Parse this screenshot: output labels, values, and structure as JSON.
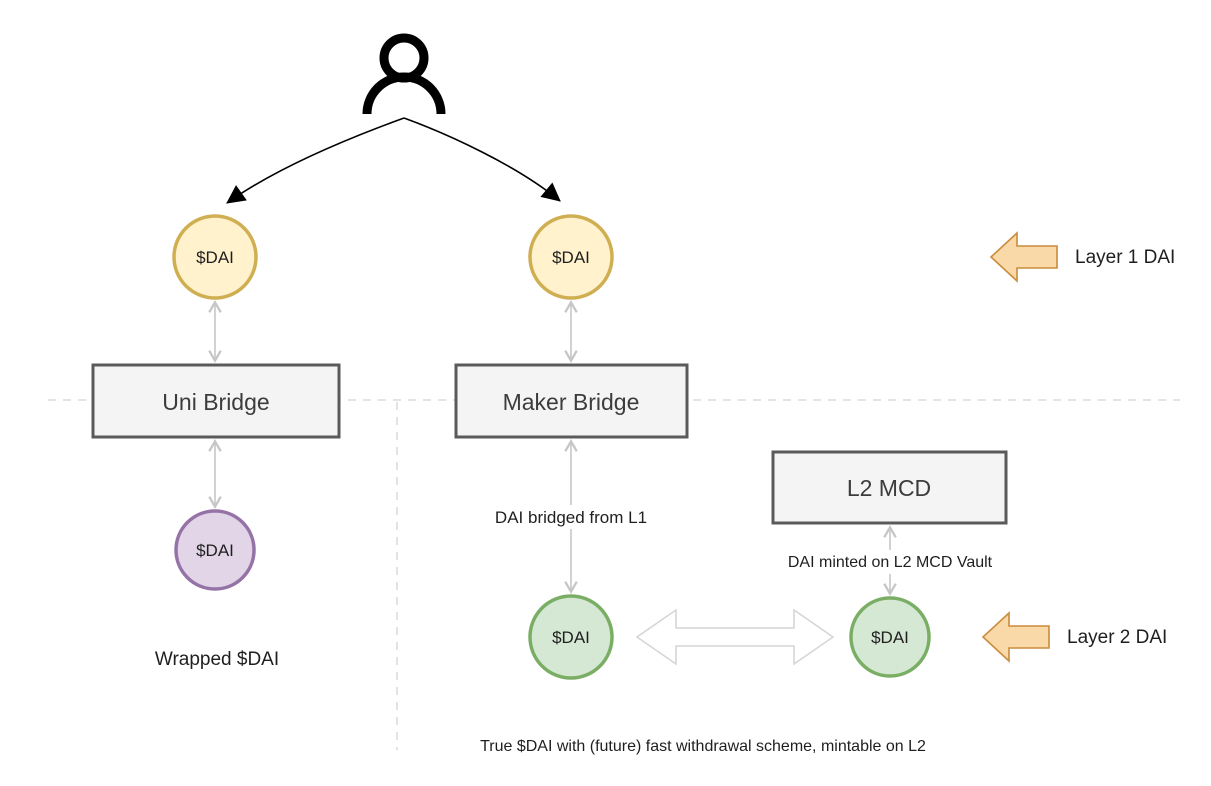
{
  "nodes": {
    "dai_l1_left": {
      "label": "$DAI"
    },
    "dai_l1_right": {
      "label": "$DAI"
    },
    "uni_bridge": {
      "label": "Uni Bridge"
    },
    "maker_bridge": {
      "label": "Maker Bridge"
    },
    "wrapped_dai": {
      "label": "$DAI"
    },
    "l2_dai_bridged": {
      "label": "$DAI"
    },
    "l2_dai_minted": {
      "label": "$DAI"
    },
    "l2_mcd": {
      "label": "L2 MCD"
    }
  },
  "annotations": {
    "wrapped_dai_caption": "Wrapped $DAI",
    "dai_bridged_label": "DAI bridged from L1",
    "dai_minted_label": "DAI minted on L2 MCD Vault",
    "bottom_note": "True $DAI with (future) fast withdrawal scheme, mintable on L2"
  },
  "legend": {
    "layer1_label": "Layer 1 DAI",
    "layer2_label": "Layer 2 DAI"
  },
  "icons": {
    "user": "user-icon",
    "layer_pointer": "left-block-arrow-icon",
    "swap": "double-headed-arrow-icon"
  },
  "colors": {
    "dai_l1_fill": "#FFF2CC",
    "dai_l1_stroke": "#D0AE52",
    "wrapped_fill": "#E1D5E7",
    "wrapped_stroke": "#9673A6",
    "dai_l2_fill": "#D5E8D4",
    "dai_l2_stroke": "#7BAE65",
    "bridge_fill": "#F4F4F4",
    "bridge_stroke": "#5A5A5A",
    "legend_arrow_fill": "#FAD9A9",
    "legend_arrow_stroke": "#C98C3D",
    "connector": "#C6C6C6",
    "divider": "#DCDCDC",
    "ink": "#000000"
  }
}
